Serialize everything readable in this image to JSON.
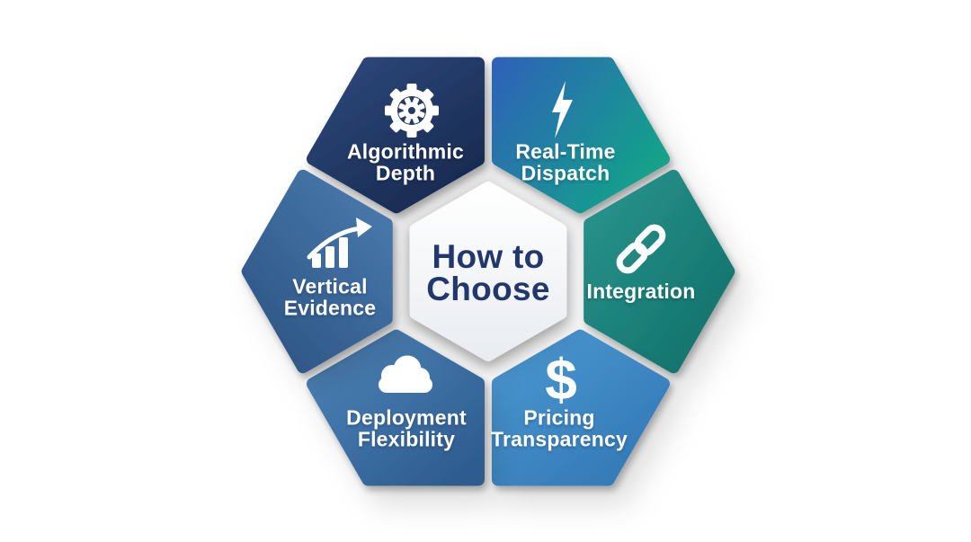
{
  "title": {
    "text": "How to Choose"
  },
  "colors": {
    "background": "#ffffff",
    "title_text": "#22376b",
    "label_text": "#ffffff",
    "shadow": "#000000"
  },
  "petals": [
    {
      "id": "algorithmic-depth",
      "label": "Algorithmic Depth",
      "icon": "gear-icon",
      "gradient": [
        "#2e4a7d",
        "#17294f"
      ]
    },
    {
      "id": "real-time-dispatch",
      "label": "Real-Time Dispatch",
      "icon": "lightning-icon",
      "gradient": [
        "#2e63b7",
        "#14a18b"
      ]
    },
    {
      "id": "integration",
      "label": "Integration",
      "icon": "link-icon",
      "gradient": [
        "#2a958d",
        "#0f6e68"
      ]
    },
    {
      "id": "pricing-transparency",
      "label": "Pricing Transparency",
      "icon": "dollar-icon",
      "glyph": "$",
      "gradient": [
        "#4b99d3",
        "#3277b5"
      ]
    },
    {
      "id": "deployment-flexibility",
      "label": "Deployment Flexibility",
      "icon": "cloud-icon",
      "gradient": [
        "#4f86ba",
        "#2d5b8f"
      ]
    },
    {
      "id": "vertical-evidence",
      "label": "Vertical Evidence",
      "icon": "chart-growth-icon",
      "gradient": [
        "#4b7cb0",
        "#2d5585"
      ]
    }
  ]
}
